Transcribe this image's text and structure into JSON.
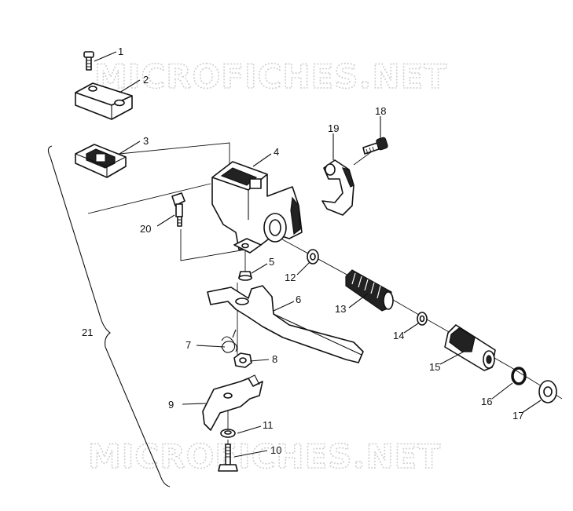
{
  "watermark": {
    "text": "MICROFICHES.NET"
  },
  "parts": [
    {
      "number": "1"
    },
    {
      "number": "2"
    },
    {
      "number": "3"
    },
    {
      "number": "4"
    },
    {
      "number": "5"
    },
    {
      "number": "6"
    },
    {
      "number": "7"
    },
    {
      "number": "8"
    },
    {
      "number": "9"
    },
    {
      "number": "10"
    },
    {
      "number": "11"
    },
    {
      "number": "12"
    },
    {
      "number": "13"
    },
    {
      "number": "14"
    },
    {
      "number": "15"
    },
    {
      "number": "16"
    },
    {
      "number": "17"
    },
    {
      "number": "18"
    },
    {
      "number": "19"
    },
    {
      "number": "20"
    },
    {
      "number": "21"
    }
  ]
}
